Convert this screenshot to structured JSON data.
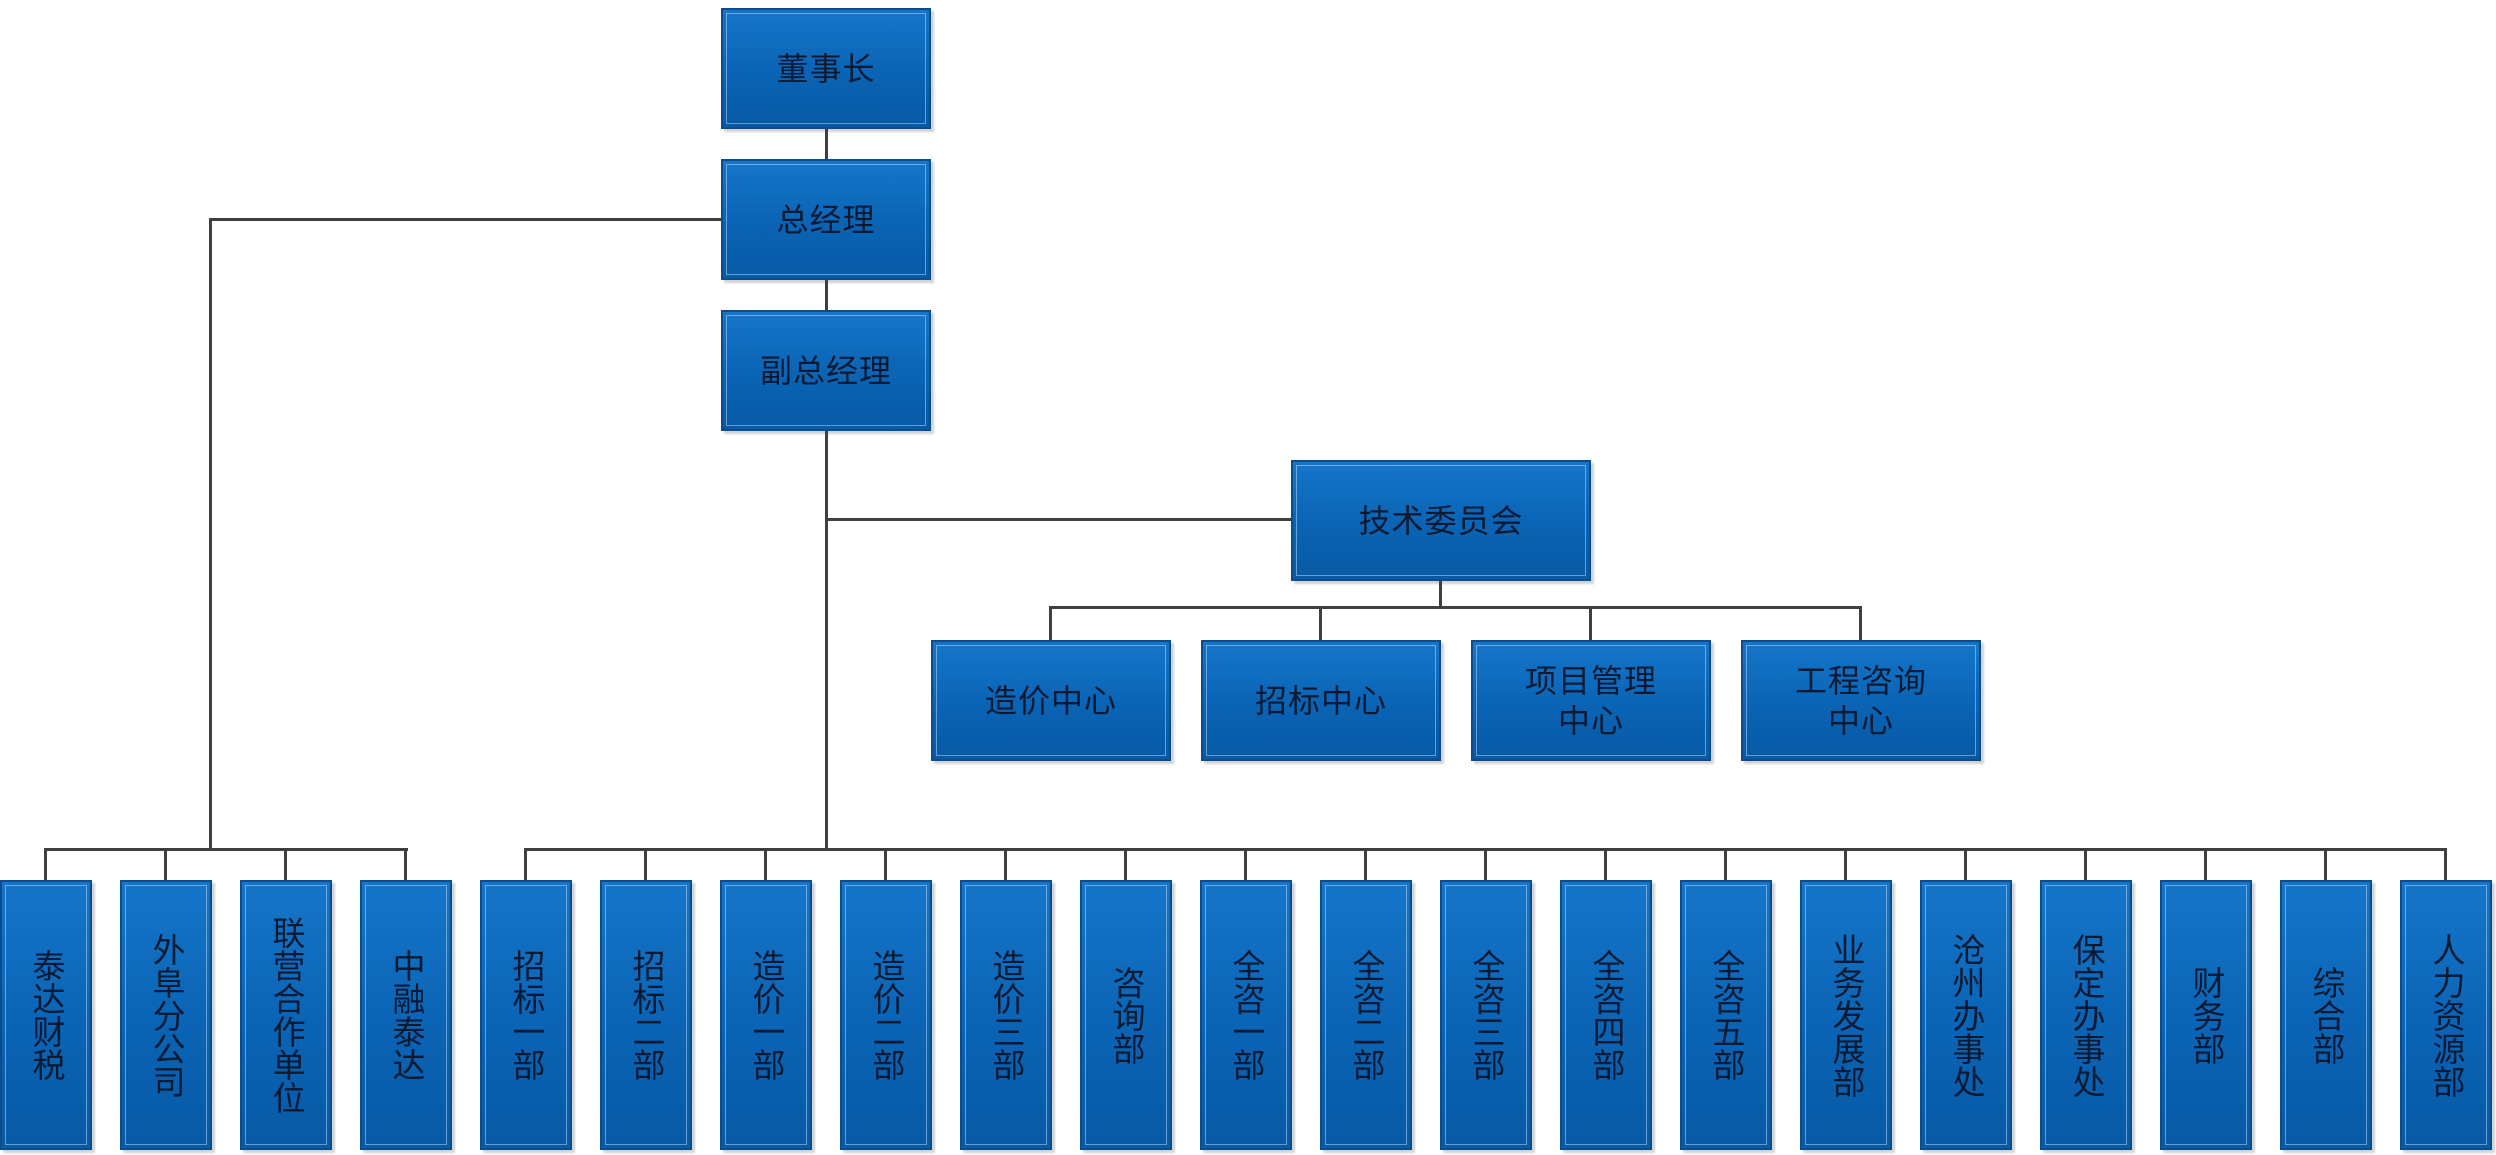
{
  "org_chart": {
    "top": [
      {
        "id": "chairman",
        "label": "董事长"
      },
      {
        "id": "gm",
        "label": "总经理"
      },
      {
        "id": "deputy-gm",
        "label": "副总经理"
      }
    ],
    "committee": {
      "label": "技术委员会"
    },
    "centers": [
      {
        "id": "cost-center",
        "label": "造价中心"
      },
      {
        "id": "bidding-center",
        "label": "招标中心"
      },
      {
        "id": "project-mgmt-center",
        "label": "项目管理中心"
      },
      {
        "id": "eng-consult-center",
        "label": "工程咨询中心"
      }
    ],
    "gm_branches": [
      {
        "id": "taida-tax",
        "label": "泰达财税"
      },
      {
        "id": "outside-branch",
        "label": "外阜分公司"
      },
      {
        "id": "joint-partners",
        "label": "联营合作单位"
      },
      {
        "id": "zhongrong-taida",
        "label": "中融泰达"
      }
    ],
    "departments": [
      {
        "id": "bidding-1",
        "label": "招标一部"
      },
      {
        "id": "bidding-2",
        "label": "招标二部"
      },
      {
        "id": "cost-1",
        "label": "造价一部"
      },
      {
        "id": "cost-2",
        "label": "造价二部"
      },
      {
        "id": "cost-3",
        "label": "造价三部"
      },
      {
        "id": "consulting",
        "label": "咨询部"
      },
      {
        "id": "fullconsult-1",
        "label": "全咨一部"
      },
      {
        "id": "fullconsult-2",
        "label": "全咨二部"
      },
      {
        "id": "fullconsult-3",
        "label": "全咨三部"
      },
      {
        "id": "fullconsult-4",
        "label": "全咨四部"
      },
      {
        "id": "fullconsult-5",
        "label": "全咨五部"
      },
      {
        "id": "biz-dev",
        "label": "业务发展部"
      },
      {
        "id": "cangzhou-office",
        "label": "沧州办事处"
      },
      {
        "id": "baoding-office",
        "label": "保定办事处"
      },
      {
        "id": "finance",
        "label": "财务部"
      },
      {
        "id": "general-affairs",
        "label": "综合部"
      },
      {
        "id": "hr",
        "label": "人力资源部"
      }
    ]
  },
  "colors": {
    "box_fill": "#0a63b4",
    "box_border": "#0b4d8c",
    "connector": "#3f3f3f"
  }
}
